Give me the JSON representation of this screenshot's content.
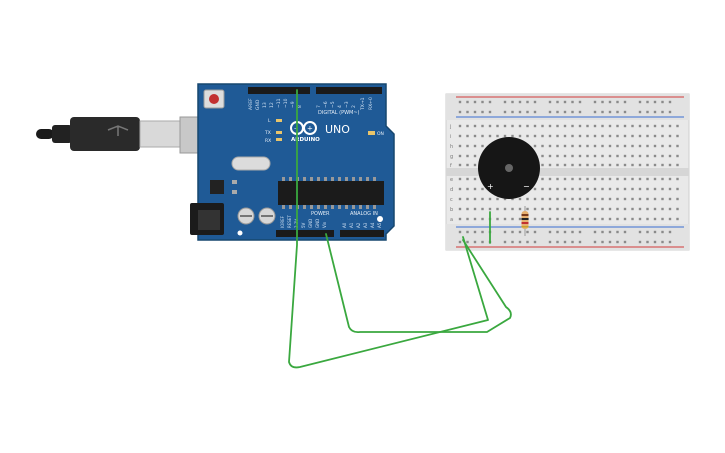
{
  "board": {
    "logo": "UNO",
    "brand": "ARDUINO",
    "reset_label": "RESET",
    "digital_label": "DIGITAL (PWM~)",
    "power_label": "POWER",
    "analog_label": "ANALOG IN",
    "on_label": "ON",
    "l_label": "L",
    "tx_label": "TX",
    "rx_label": "RX",
    "top_pins": [
      "AREF",
      "GND",
      "13",
      "12",
      "~11",
      "~10",
      "~9",
      "8",
      "7",
      "~6",
      "~5",
      "4",
      "~3",
      "2",
      "TX→1",
      "RX←0"
    ],
    "power_pins": [
      "IOREF",
      "RESET",
      "3.3V",
      "5V",
      "GND",
      "GND",
      "Vin"
    ],
    "analog_pins": [
      "A0",
      "A1",
      "A2",
      "A3",
      "A4",
      "A5"
    ],
    "color": "#1f5a96"
  },
  "breadboard": {
    "row_letters_top": [
      "j",
      "i",
      "h",
      "g",
      "f"
    ],
    "row_letters_bottom": [
      "e",
      "d",
      "c",
      "b",
      "a"
    ],
    "columns": 30,
    "rail_plus": "+",
    "rail_minus": "-"
  },
  "buzzer": {
    "plus": "+",
    "minus": "−"
  },
  "colors": {
    "wire": "#3aa83f",
    "rail_red": "#d23b3b",
    "rail_blue": "#3b6fd2",
    "resistor": "#e6b070"
  }
}
